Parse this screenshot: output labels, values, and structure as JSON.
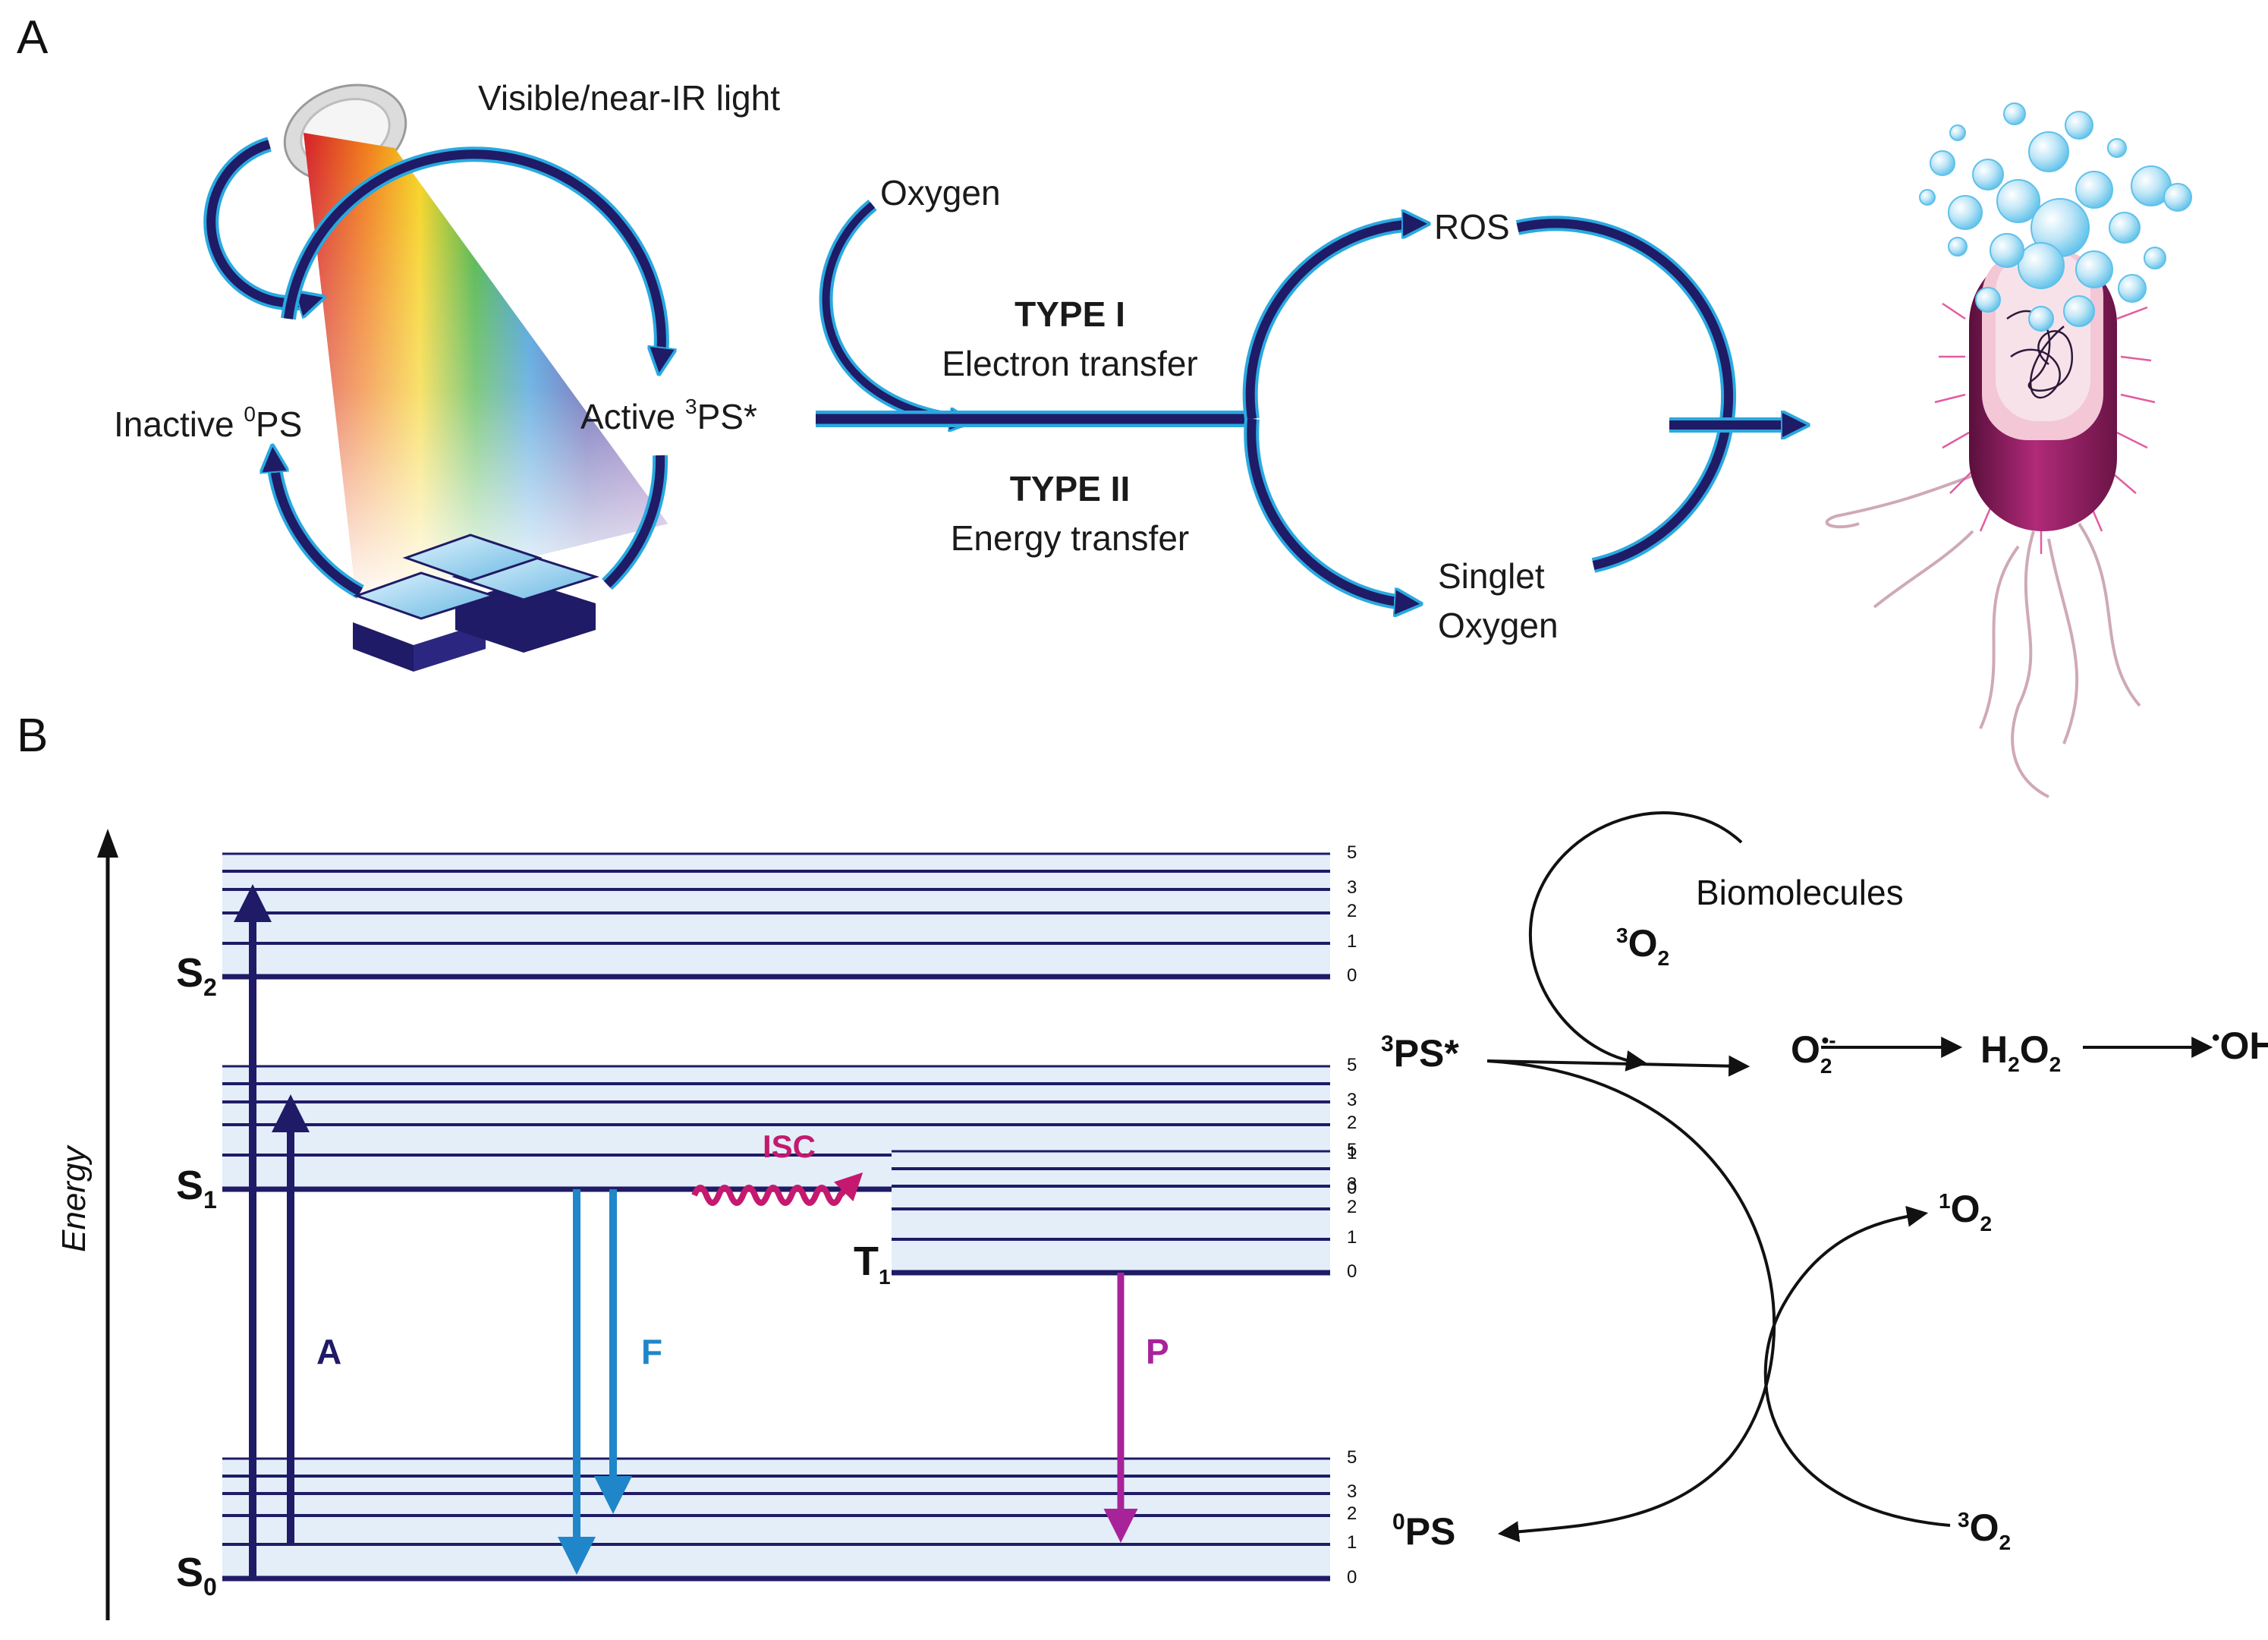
{
  "panel_a": {
    "letter": "A",
    "light_label": "Visible/near-IR light",
    "inactive_label": "Inactive",
    "inactive_sup": "0",
    "inactive_tail": "PS",
    "active_label": "Active",
    "active_sup": "3",
    "active_tail": "PS*",
    "oxygen_label": "Oxygen",
    "type1_title": "TYPE I",
    "type1_sub": "Electron transfer",
    "type2_title": "TYPE II",
    "type2_sub": "Energy transfer",
    "ros_label": "ROS",
    "singlet_line1": "Singlet",
    "singlet_line2": "Oxygen"
  },
  "panel_b": {
    "letter": "B",
    "energy_axis_label": "Energy",
    "states": {
      "s2_main": "S",
      "s2_sub": "2",
      "s1_main": "S",
      "s1_sub": "1",
      "s0_main": "S",
      "s0_sub": "0",
      "t1_main": "T",
      "t1_sub": "1"
    },
    "vib_levels": [
      "0",
      "1",
      "2",
      "3",
      "5"
    ],
    "transitions": {
      "absorption": "A",
      "fluorescence": "F",
      "phosphorescence": "P",
      "isc": "ISC"
    },
    "mechanism": {
      "ps_excited_sup": "3",
      "ps_excited": "PS*",
      "biomolecules": "Biomolecules",
      "o2_top_sup": "3",
      "o2_top": "O",
      "o2_top_sub": "2",
      "superoxide": "O",
      "superoxide_sub": "2",
      "superoxide_sup": "•-",
      "h2o2_h": "H",
      "h2o2_sub1": "2",
      "h2o2_o": "O",
      "h2o2_sub2": "2",
      "hydroxyl_sup": "•",
      "hydroxyl": "OH",
      "singlet_sup": "1",
      "singlet": "O",
      "singlet_sub": "2",
      "o2_bottom_sup": "3",
      "o2_bottom": "O",
      "o2_bottom_sub": "2",
      "ps_ground_sup": "0",
      "ps_ground": "PS"
    }
  },
  "colors": {
    "navy": "#1f1b66",
    "cyan": "#29a9e0",
    "fluorescence": "#1f86c9",
    "isc": "#c4196e",
    "phosphorescence": "#a8239a",
    "band_fill": "#e3eef9",
    "black": "#111111"
  }
}
